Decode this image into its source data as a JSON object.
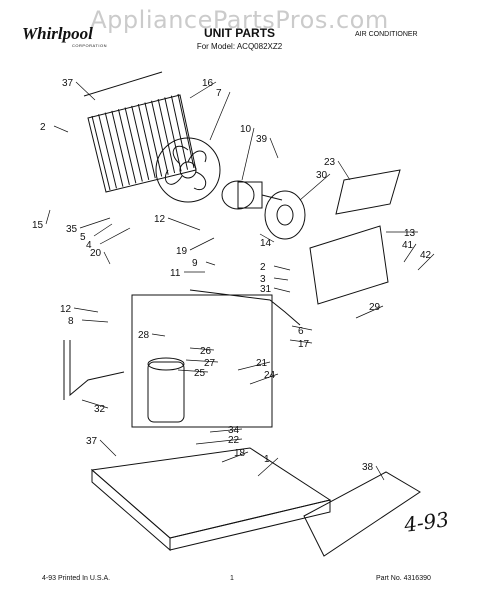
{
  "watermark": "AppliancePartsPros.com",
  "header": {
    "brand": "Whirlpool",
    "brand_sub": "CORPORATION",
    "title": "UNIT PARTS",
    "model_line": "For Model: ACQ082XZ2",
    "category": "AIR CONDITIONER"
  },
  "footer": {
    "printed": "4-93 Printed In U.S.A.",
    "page": "1",
    "part_no": "Part No. 4316390"
  },
  "handwritten_note": "4-93",
  "callouts": [
    "37",
    "16",
    "7",
    "2",
    "10",
    "39",
    "23",
    "30",
    "15",
    "35",
    "5",
    "4",
    "12",
    "19",
    "14",
    "13",
    "41",
    "42",
    "20",
    "9",
    "11",
    "2",
    "3",
    "31",
    "8",
    "29",
    "6",
    "17",
    "28",
    "26",
    "27",
    "25",
    "21",
    "24",
    "32",
    "34",
    "22",
    "37",
    "18",
    "1",
    "38",
    "12"
  ]
}
